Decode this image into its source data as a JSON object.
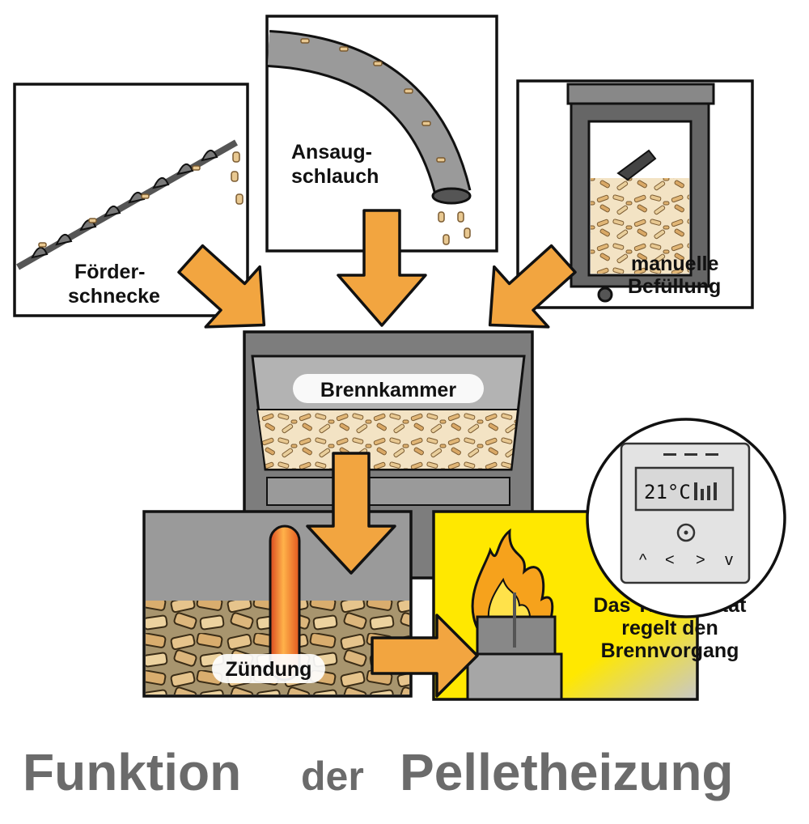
{
  "colors": {
    "arrow": "#f2a540",
    "frame": "#111111",
    "gray_panel": "#9e9e9e",
    "dark_gray": "#6d6d6d",
    "pellet": "#e8c891",
    "flame_bg": "#ffe800",
    "title": "#6b6b6b"
  },
  "panels": {
    "foerderschnecke": {
      "label_line1": "Förder-",
      "label_line2": "schnecke",
      "icon": "auger-screw-icon"
    },
    "ansaugschlauch": {
      "label_line1": "Ansaug-",
      "label_line2": "schlauch",
      "icon": "suction-hose-icon"
    },
    "manuelle_befuellung": {
      "label_line1": "manuelle",
      "label_line2": "Befüllung",
      "icon": "pellet-bin-icon"
    }
  },
  "brennkammer": {
    "label": "Brennkammer",
    "icon": "combustion-chamber-icon"
  },
  "zuendung": {
    "label": "Zündung",
    "icon": "glow-igniter-icon"
  },
  "flame": {
    "icon": "burner-flame-icon",
    "label_line1": "Das Thermostat",
    "label_line2": "regelt den",
    "label_line3": "Brennvorgang"
  },
  "thermostat": {
    "display": "21°C",
    "icon": "thermostat-icon",
    "buttons": [
      "^",
      "<",
      ">",
      "v"
    ]
  },
  "title": {
    "part1": "Funktion",
    "part2": "der",
    "part3": "Pelletheizung"
  }
}
